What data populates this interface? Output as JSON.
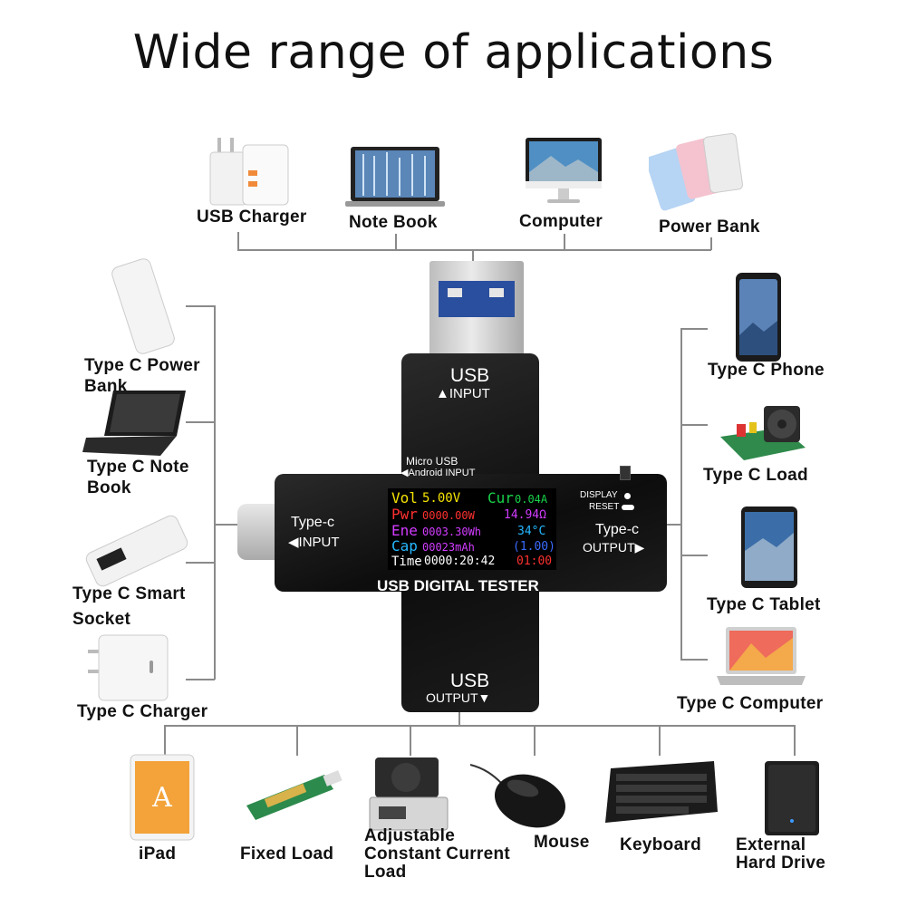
{
  "title": "Wide range of applications",
  "top_items": {
    "usb_charger": "USB Charger",
    "note_book": "Note Book",
    "computer": "Computer",
    "power_bank": "Power Bank"
  },
  "left_items": {
    "type_c_power_bank": [
      "Type C Power",
      "Bank"
    ],
    "type_c_note_book": [
      "Type C Note",
      "Book"
    ],
    "type_c_smart_socket": [
      "Type C Smart",
      "Socket"
    ],
    "type_c_charger": "Type C Charger"
  },
  "right_items": {
    "type_c_phone": "Type C Phone",
    "type_c_load": "Type C Load",
    "type_c_tablet": "Type C Tablet",
    "type_c_computer": "Type C Computer"
  },
  "bottom_items": {
    "ipad": "iPad",
    "fixed_load": "Fixed Load",
    "adjustable_load": [
      "Adjustable",
      "Constant Current",
      "Load"
    ],
    "mouse": "Mouse",
    "keyboard": "Keyboard",
    "external_hard_drive": [
      "External",
      "Hard Drive"
    ]
  },
  "device": {
    "usb_input": [
      "USB",
      "▲INPUT"
    ],
    "micro_usb": [
      "Micro USB",
      "◀Android INPUT"
    ],
    "typec_input": [
      "Type-c",
      "◀INPUT"
    ],
    "typec_output": [
      "Type-c",
      "OUTPUT▶"
    ],
    "display_reset": [
      "DISPLAY",
      "RESET"
    ],
    "brand": "USB DIGITAL TESTER",
    "usb_output": [
      "USB",
      "OUTPUT▼"
    ],
    "screen": {
      "vol_label": "Vol",
      "vol_value": "5.00V",
      "cur_label": "Cur",
      "cur_value": "0.04A",
      "pwr_label": "Pwr",
      "pwr_value": "0000.00W",
      "ohm_value": "14.94Ω",
      "ene_label": "Ene",
      "ene_value": "0003.30Wh",
      "temp_value": "34°C",
      "cap_label": "Cap",
      "cap_value": "00023mAh",
      "group_value": "(1.00)",
      "time_label": "Time",
      "time_value": "0000:20:42",
      "counter_value": "01:00"
    }
  },
  "colors": {
    "line": "#8a8a8a",
    "device_body": "#111111",
    "accent_yellow": "#f5e400",
    "accent_red": "#ff3030",
    "accent_magenta": "#d23cff",
    "accent_cyan": "#25b8ff"
  }
}
